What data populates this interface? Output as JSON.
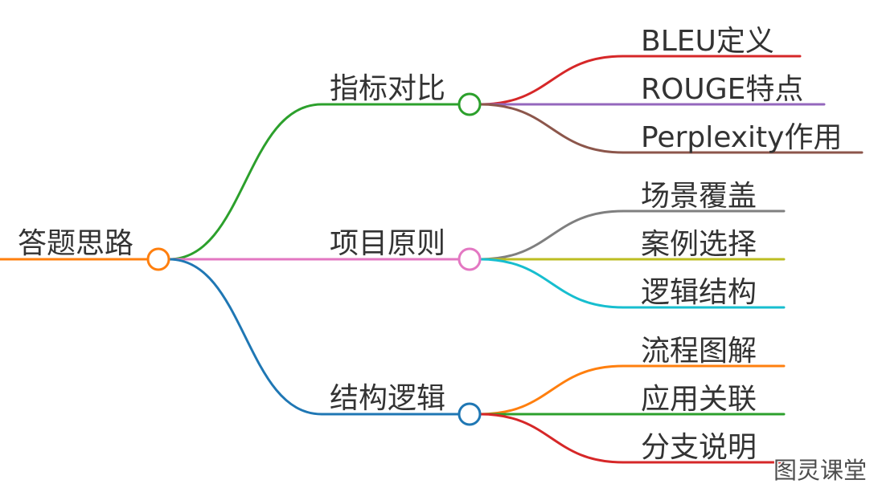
{
  "root": {
    "label": "答题思路",
    "color": "#ff7f0e"
  },
  "branches": [
    {
      "label": "指标对比",
      "color": "#2ca02c",
      "children": [
        {
          "label": "BLEU定义",
          "color": "#d62728"
        },
        {
          "label": "ROUGE特点",
          "color": "#9467bd"
        },
        {
          "label": "Perplexity作用",
          "color": "#8c564b"
        }
      ]
    },
    {
      "label": "项目原则",
      "color": "#e377c2",
      "children": [
        {
          "label": "场景覆盖",
          "color": "#7f7f7f"
        },
        {
          "label": "案例选择",
          "color": "#bcbd22"
        },
        {
          "label": "逻辑结构",
          "color": "#17becf"
        }
      ]
    },
    {
      "label": "结构逻辑",
      "color": "#1f77b4",
      "children": [
        {
          "label": "流程图解",
          "color": "#ff7f0e"
        },
        {
          "label": "应用关联",
          "color": "#2ca02c"
        },
        {
          "label": "分支说明",
          "color": "#d62728"
        }
      ]
    }
  ],
  "watermark": "图灵课堂"
}
